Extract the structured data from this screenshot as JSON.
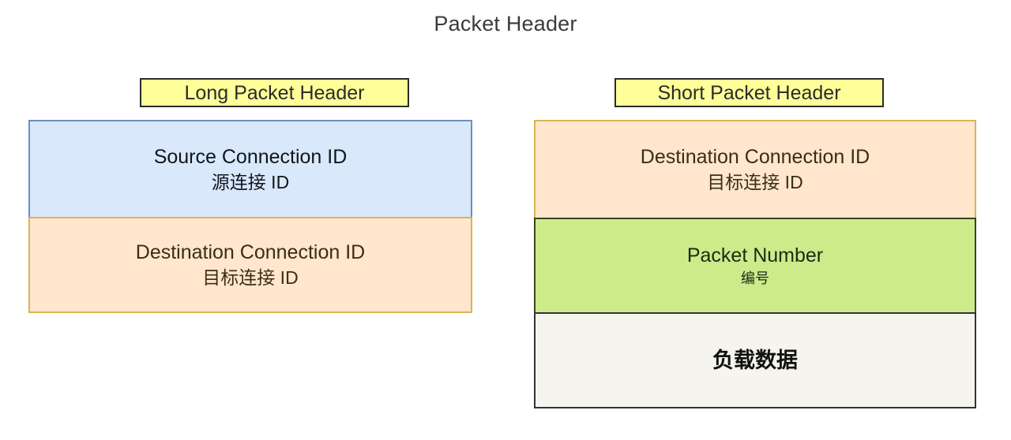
{
  "title": "Packet Header",
  "columns": [
    {
      "header_label": "Long Packet Header",
      "fields": [
        {
          "title": "Source Connection ID",
          "subtitle": "源连接 ID",
          "fill_color": "#dae8fc",
          "border_color": "#6c8ebf"
        },
        {
          "title": "Destination Connection ID",
          "subtitle": "目标连接 ID",
          "fill_color": "#ffe6cc",
          "border_color": "#d6b656"
        }
      ]
    },
    {
      "header_label": "Short Packet Header",
      "fields": [
        {
          "title": "Destination Connection ID",
          "subtitle": "目标连接 ID",
          "fill_color": "#ffe6cc",
          "border_color": "#d6b656"
        },
        {
          "title": "Packet Number",
          "subtitle": "编号",
          "fill_color": "#cdeb8b",
          "border_color": "#36451f"
        },
        {
          "title": "",
          "subtitle": "负载数据",
          "fill_color": "#f6f4ef",
          "border_color": "#333333"
        }
      ]
    }
  ],
  "highlight_color": "#ffff99",
  "background_color": "#ffffff"
}
